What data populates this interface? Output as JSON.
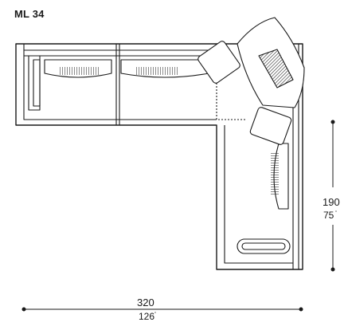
{
  "header": {
    "model_code": "ML 34"
  },
  "dimensions": {
    "depth_cm": "190",
    "depth_in": "75",
    "width_cm": "320",
    "width_in": "126"
  },
  "colors": {
    "line": "#1a1a1a",
    "hatch": "#1a1a1a",
    "background": "#ffffff"
  }
}
